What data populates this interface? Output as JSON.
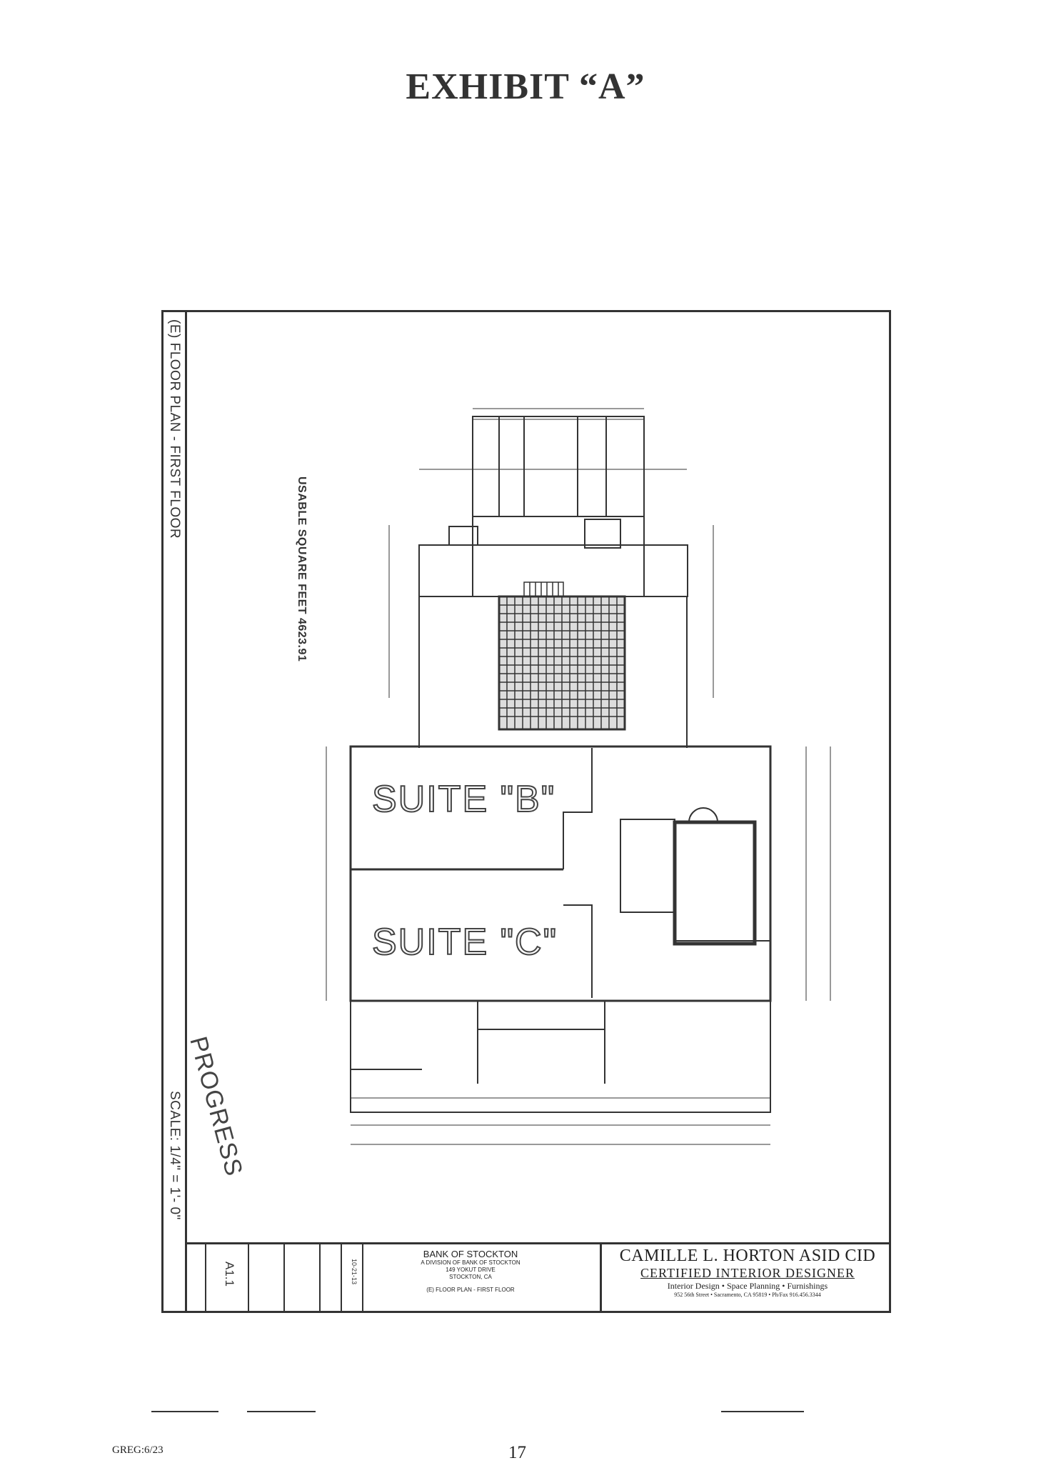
{
  "header": {
    "title": "EXHIBIT “A”"
  },
  "drawing": {
    "sheet_title": "(E) FLOOR PLAN - FIRST FLOOR",
    "scale_label": "SCALE:  1/4\" = 1'- 0\"",
    "usable_area": "USABLE SQUARE FEET 4623.91",
    "stamp": "PROGRESS",
    "suite_b": "SUITE \"B\"",
    "suite_c": "SUITE \"C\"",
    "sheet_number": "A1.1"
  },
  "title_block": {
    "client_line1": "BANK OF STOCKTON",
    "client_line2": "A DIVISION OF BANK OF STOCKTON",
    "client_line3": "149 YOKUT DRIVE",
    "client_line4": "STOCKTON, CA",
    "client_line5": "(E) FLOOR PLAN - FIRST FLOOR",
    "date": "10-21-13",
    "designer_name": "CAMILLE L. HORTON ASID CID",
    "designer_cert": "CERTIFIED INTERIOR DESIGNER",
    "designer_services": "Interior Design •  Space Planning  •  Furnishings",
    "designer_address": "952 56th Street • Sacramento, CA 95819 • Ph/Fax 916.456.3344"
  },
  "footer": {
    "code": "GREG:6/23",
    "page_number": "17"
  }
}
